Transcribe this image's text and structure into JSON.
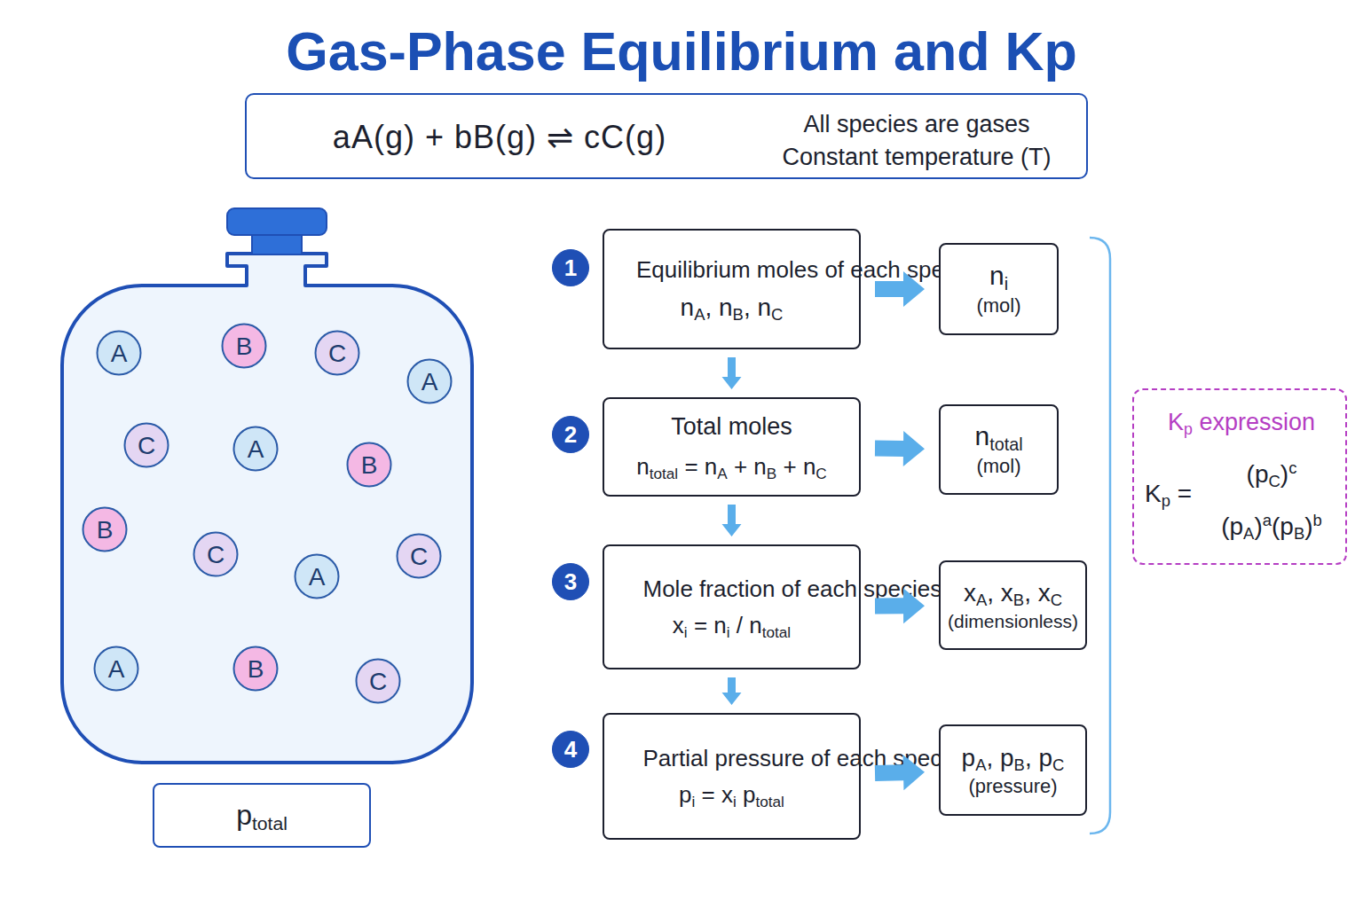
{
  "diagram": {
    "title": "Gas-Phase Equilibrium and Kp",
    "nodes": [
      {
        "text": [
          "aA(g) + bB(g) ⇌ cC(g)",
          "All species are gases",
          "Constant temperature (T)"
        ]
      },
      {
        "text": [
          "A"
        ]
      },
      {
        "text": [
          "B"
        ]
      },
      {
        "text": [
          "C"
        ]
      },
      {
        "text": [
          "A"
        ]
      },
      {
        "text": [
          "C"
        ]
      },
      {
        "text": [
          "A"
        ]
      },
      {
        "text": [
          "B"
        ]
      },
      {
        "text": [
          "B"
        ]
      },
      {
        "text": [
          "C"
        ]
      },
      {
        "text": [
          "A"
        ]
      },
      {
        "text": [
          "C"
        ]
      },
      {
        "text": [
          "A"
        ]
      },
      {
        "text": [
          "B"
        ]
      },
      {
        "text": [
          "C"
        ]
      },
      {
        "text": [
          "ptotal"
        ]
      },
      {
        "text": [
          "1"
        ]
      },
      {
        "text": [
          "Equilibrium moles of each species",
          "nA, nB, nC"
        ]
      },
      {
        "text": [
          "ni",
          "(mol)"
        ]
      },
      {
        "text": [
          "2"
        ]
      },
      {
        "text": [
          "Total moles",
          "ntotal = nA + nB + nC"
        ]
      },
      {
        "text": [
          "ntotal",
          "(mol)"
        ]
      },
      {
        "text": [
          "3"
        ]
      },
      {
        "text": [
          "Mole fraction of each species",
          "xi = ni / ntotal"
        ]
      },
      {
        "text": [
          "xA, xB, xC",
          "(dimensionless)"
        ]
      },
      {
        "text": [
          "4"
        ]
      },
      {
        "text": [
          "Partial pressure of each species",
          "pi = xi ptotal"
        ]
      },
      {
        "text": [
          "pA, pB, pC",
          "(pressure)"
        ]
      },
      {
        "text": [
          "Kp expression",
          "Kp =",
          "(pC)c",
          "(pA)a(pB)b"
        ]
      }
    ],
    "edges": [
      {
        "from": 17,
        "to": 18,
        "arrow": "to"
      },
      {
        "from": 17,
        "to": 20,
        "arrow": "to"
      },
      {
        "from": 20,
        "to": 21,
        "arrow": "to"
      },
      {
        "from": 20,
        "to": 23,
        "arrow": "to"
      },
      {
        "from": 23,
        "to": 24,
        "arrow": "to"
      },
      {
        "from": 23,
        "to": 26,
        "arrow": "to"
      },
      {
        "from": 26,
        "to": 27,
        "arrow": "to"
      }
    ]
  }
}
